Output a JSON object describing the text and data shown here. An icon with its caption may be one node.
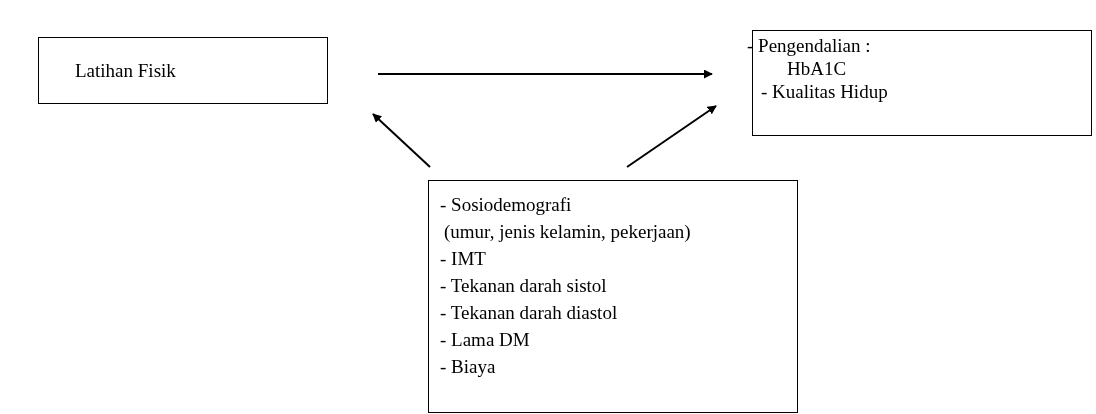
{
  "diagram": {
    "nodes": [
      {
        "text": [
          "Latihan Fisik"
        ]
      },
      {
        "text": [
          "- Pengendalian :",
          "HbA1C",
          "- Kualitas Hidup"
        ]
      },
      {
        "text": [
          "- Sosiodemografi",
          "(umur, jenis kelamin, pekerjaan)",
          "- IMT",
          "- Tekanan darah sistol",
          "- Tekanan darah diastol",
          "- Lama DM",
          "- Biaya"
        ]
      }
    ],
    "edges": [
      {
        "from": 0,
        "to": 1,
        "arrow": "to"
      },
      {
        "from": 2,
        "to": 0,
        "arrow": "to"
      },
      {
        "from": 2,
        "to": 1,
        "arrow": "to"
      }
    ]
  }
}
